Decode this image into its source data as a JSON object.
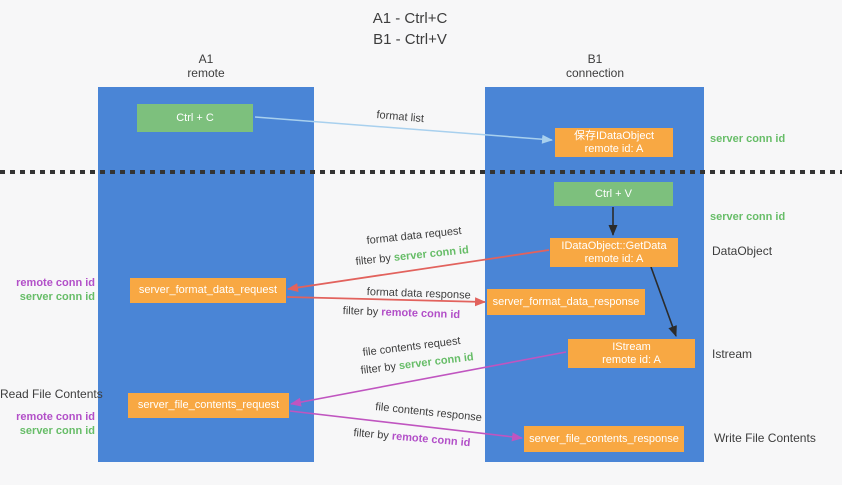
{
  "title": {
    "line1": "A1 - Ctrl+C",
    "line2": "B1 - Ctrl+V"
  },
  "columns": {
    "a1": {
      "id": "A1",
      "role": "remote"
    },
    "b1": {
      "id": "B1",
      "role": "connection"
    }
  },
  "boxes": {
    "ctrl_c": {
      "label": "Ctrl + C"
    },
    "save_dataobject": {
      "line1": "保存IDataObject",
      "line2": "remote id: A"
    },
    "ctrl_v": {
      "label": "Ctrl + V"
    },
    "getdata": {
      "line1": "IDataObject::GetData",
      "line2": "remote id: A"
    },
    "format_request": {
      "label": "server_format_data_request"
    },
    "format_response": {
      "label": "server_format_data_response"
    },
    "istream": {
      "line1": "IStream",
      "line2": "remote id: A"
    },
    "file_request": {
      "label": "server_file_contents_request"
    },
    "file_response": {
      "label": "server_file_contents_response"
    }
  },
  "right_labels": {
    "server_conn_id_top": "server conn id",
    "server_conn_id_mid": "server conn id",
    "dataobject": "DataObject",
    "istream": "Istream",
    "write_file_contents": "Write File Contents"
  },
  "left_labels": {
    "remote_conn_id_1": "remote conn id",
    "server_conn_id_1": "server conn id",
    "read_file_contents": "Read File Contents",
    "remote_conn_id_2": "remote conn id",
    "server_conn_id_2": "server conn id"
  },
  "flow_labels": {
    "format_list": "format list",
    "format_data_request": "format data request",
    "format_data_response": "format data response",
    "file_contents_request": "file contents request",
    "file_contents_response": "file contents response",
    "filter_by": "filter by ",
    "server_conn_id": "server conn id",
    "remote_conn_id": "remote conn id"
  },
  "colors": {
    "background": "#f7f7f8",
    "column_blue": "#4a85d6",
    "green_box": "#7dc07d",
    "orange_box": "#f8a843",
    "text_dark": "#3d3d3d",
    "green_text": "#67bd68",
    "purple_text": "#b24fc8",
    "arrow_blue": "#a8d0ee",
    "arrow_red": "#e2625d",
    "arrow_purple": "#c055c0",
    "arrow_black": "#2b2b2b",
    "dash": "#333333"
  }
}
